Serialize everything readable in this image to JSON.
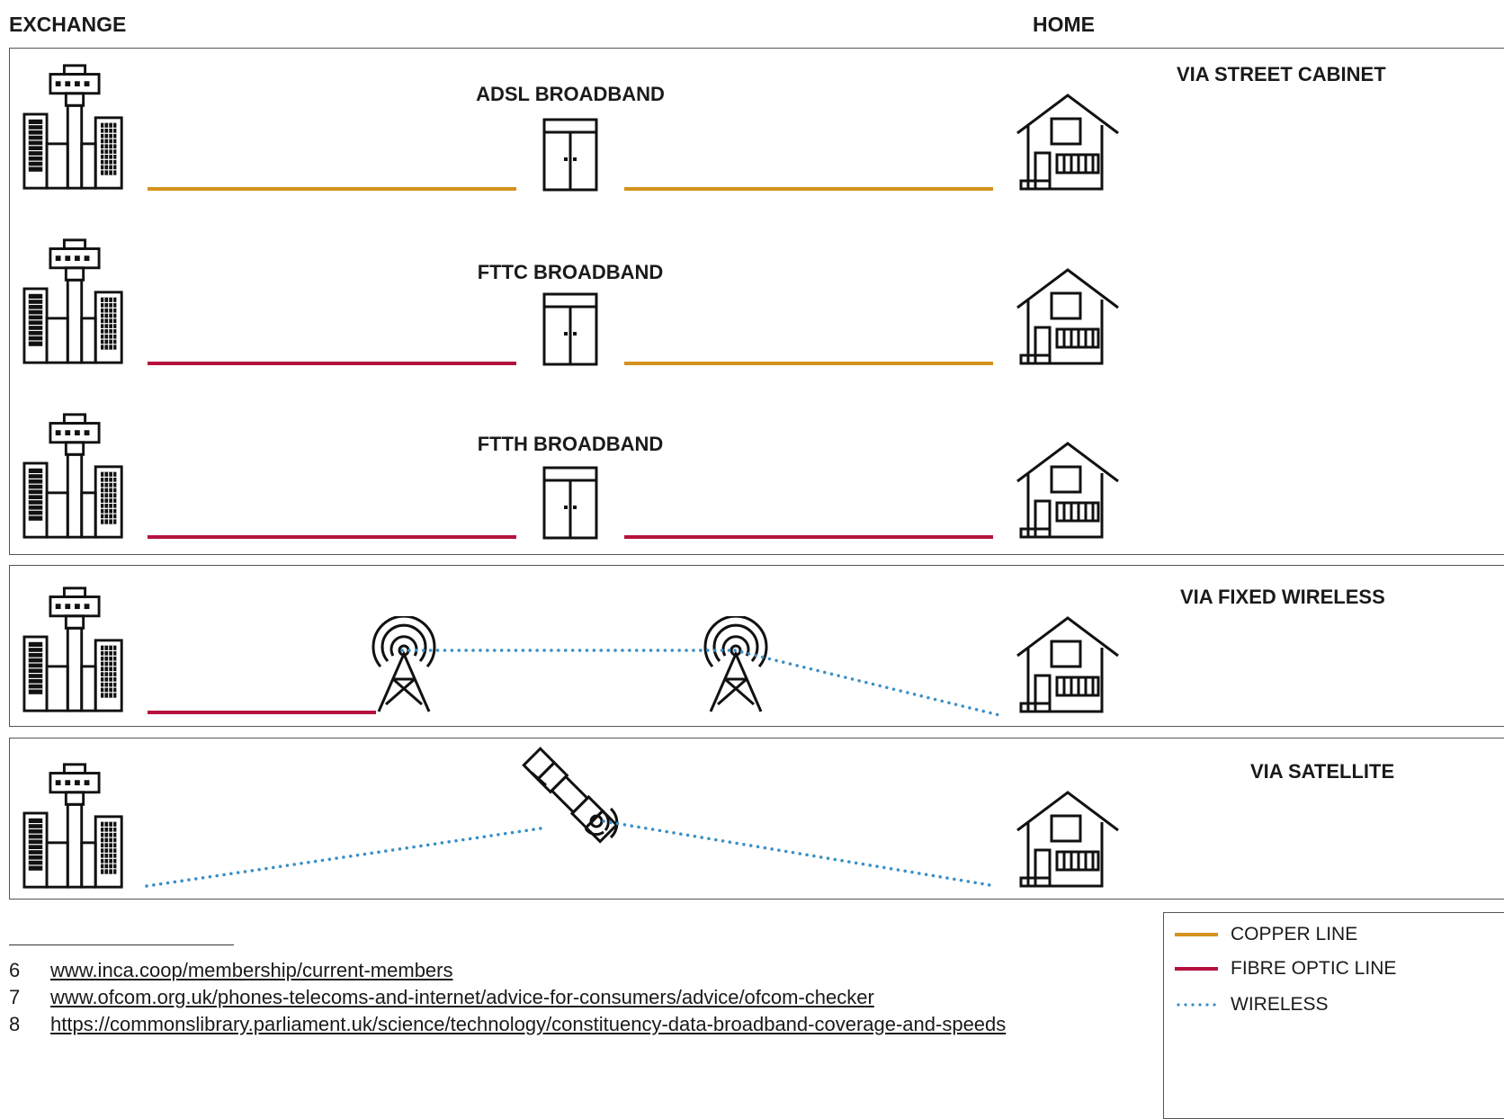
{
  "header": {
    "left_label": "EXCHANGE",
    "right_label": "HOME"
  },
  "sections": {
    "street_cabinet": {
      "title": "VIA STREET CABINET",
      "rows": [
        {
          "label": "ADSL BROADBAND",
          "first_leg": "copper",
          "second_leg": "copper"
        },
        {
          "label": "FTTC BROADBAND",
          "first_leg": "fibre",
          "second_leg": "copper"
        },
        {
          "label": "FTTH BROADBAND",
          "first_leg": "fibre",
          "second_leg": "fibre"
        }
      ]
    },
    "fixed_wireless": {
      "title": "VIA FIXED WIRELESS",
      "first_leg": "fibre",
      "links": "wireless"
    },
    "satellite": {
      "title": "VIA SATELLITE",
      "links": "wireless"
    }
  },
  "icons": {
    "exchange": "exchange-building-icon",
    "cabinet": "street-cabinet-icon",
    "home": "house-icon",
    "mast": "radio-mast-icon",
    "satellite": "satellite-icon"
  },
  "footnotes": [
    {
      "number": "6",
      "text": "www.inca.coop/membership/current-members"
    },
    {
      "number": "7",
      "text": "www.ofcom.org.uk/phones-telecoms-and-internet/advice-for-consumers/advice/ofcom-checker"
    },
    {
      "number": "8",
      "text": "https://commonslibrary.parliament.uk/science/technology/constituency-data-broadband-coverage-and-speeds"
    }
  ],
  "legend": [
    {
      "label": "COPPER LINE",
      "style": "copper"
    },
    {
      "label": "FIBRE OPTIC LINE",
      "style": "fibre"
    },
    {
      "label": "WIRELESS",
      "style": "wireless"
    }
  ],
  "colors": {
    "copper": "#d4921e",
    "fibre": "#b5123e",
    "wireless": "#3a8fc6",
    "outline": "#111111"
  }
}
